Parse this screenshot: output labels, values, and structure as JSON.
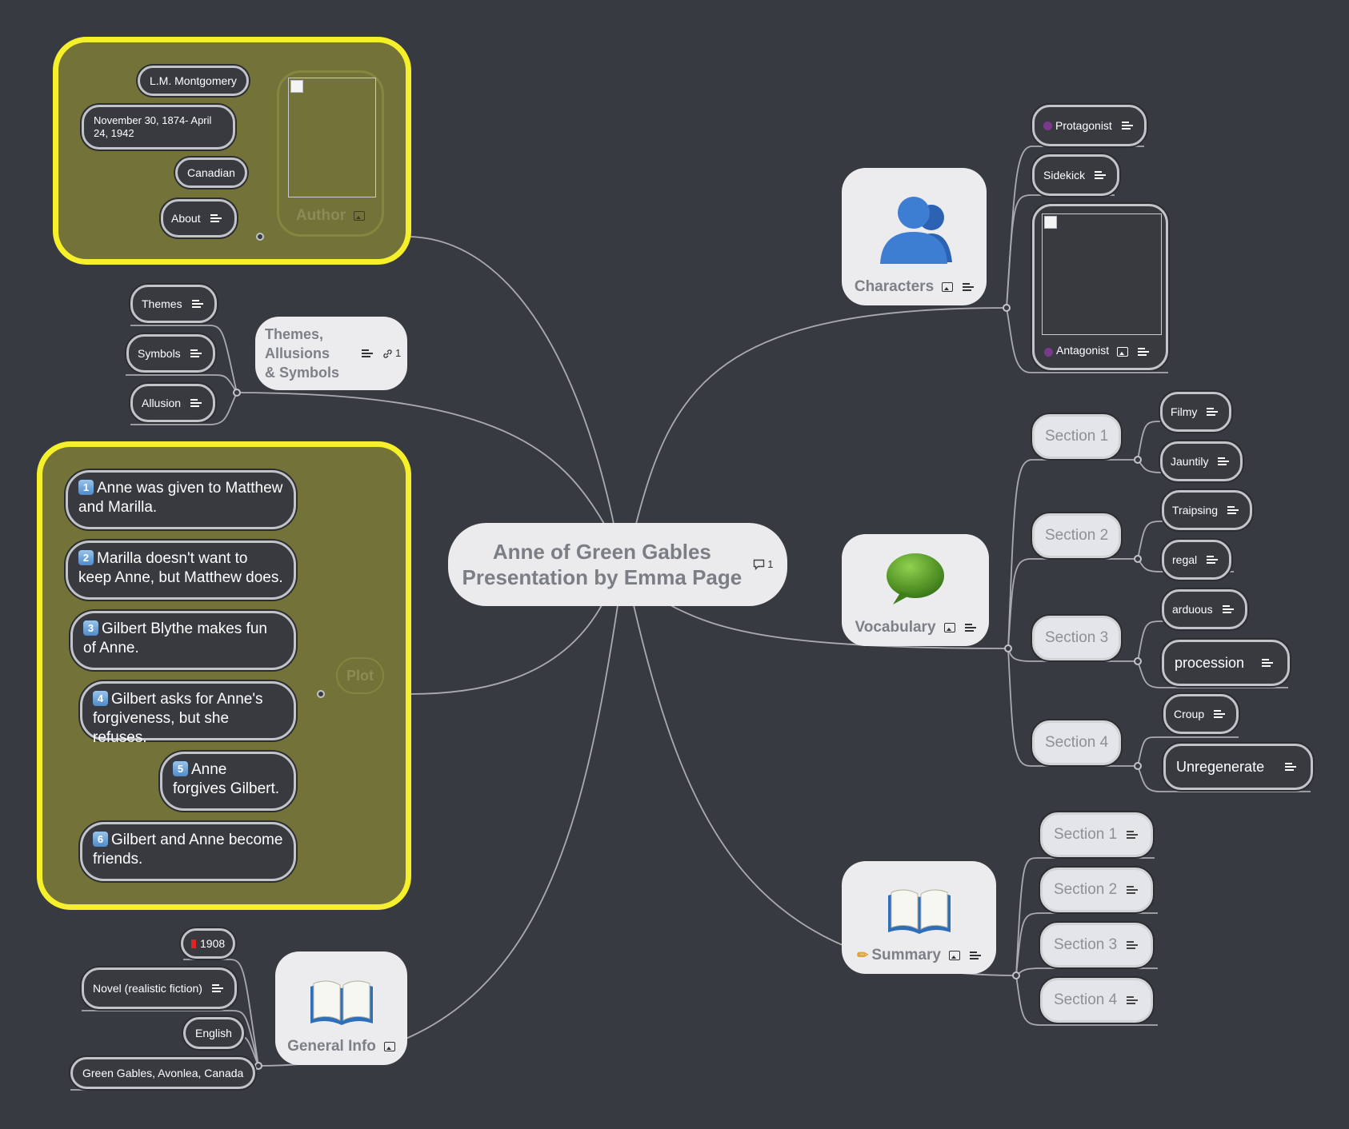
{
  "center": {
    "title_line1": "Anne of Green Gables",
    "title_line2": "Presentation by Emma Page",
    "comment_count": "1"
  },
  "author": {
    "label": "Author",
    "children": [
      "L.M. Montgomery",
      "November 30, 1874- April 24, 1942",
      "Canadian",
      "About"
    ]
  },
  "themes": {
    "label_line1": "Themes,",
    "label_line2": "Allusions",
    "label_line3": "& Symbols",
    "link_count": "1",
    "children": [
      "Themes",
      "Symbols",
      "Allusion"
    ]
  },
  "plot": {
    "label": "Plot",
    "items": [
      {
        "num": "1",
        "text": "Anne was given to Matthew and Marilla."
      },
      {
        "num": "2",
        "text": "Marilla doesn't want to keep Anne, but Matthew does."
      },
      {
        "num": "3",
        "text": "Gilbert Blythe makes fun of Anne."
      },
      {
        "num": "4",
        "text": "Gilbert asks for Anne's forgiveness, but she refuses."
      },
      {
        "num": "5",
        "text": "Anne forgives Gilbert."
      },
      {
        "num": "6",
        "text": "Gilbert and Anne become friends."
      }
    ]
  },
  "general_info": {
    "label": "General Info",
    "children": [
      "1908",
      "Novel (realistic fiction)",
      "English",
      "Green Gables, Avonlea, Canada"
    ]
  },
  "characters": {
    "label": "Characters",
    "children": [
      "Protagonist",
      "Sidekick",
      "Antagonist"
    ]
  },
  "vocabulary": {
    "label": "Vocabulary",
    "sections": [
      {
        "label": "Section 1",
        "words": [
          "Filmy",
          "Jauntily"
        ]
      },
      {
        "label": "Section 2",
        "words": [
          "Traipsing",
          "regal"
        ]
      },
      {
        "label": "Section 3",
        "words": [
          "arduous",
          "procession"
        ]
      },
      {
        "label": "Section 4",
        "words": [
          "Croup",
          "Unregenerate"
        ]
      }
    ]
  },
  "summary": {
    "label": "Summary",
    "sections": [
      "Section 1",
      "Section 2",
      "Section 3",
      "Section 4"
    ]
  },
  "colors": {
    "background": "#373a40",
    "boundary": "#f6f02a",
    "boundary_fill": "#737238",
    "line": "#c2c4c9"
  }
}
